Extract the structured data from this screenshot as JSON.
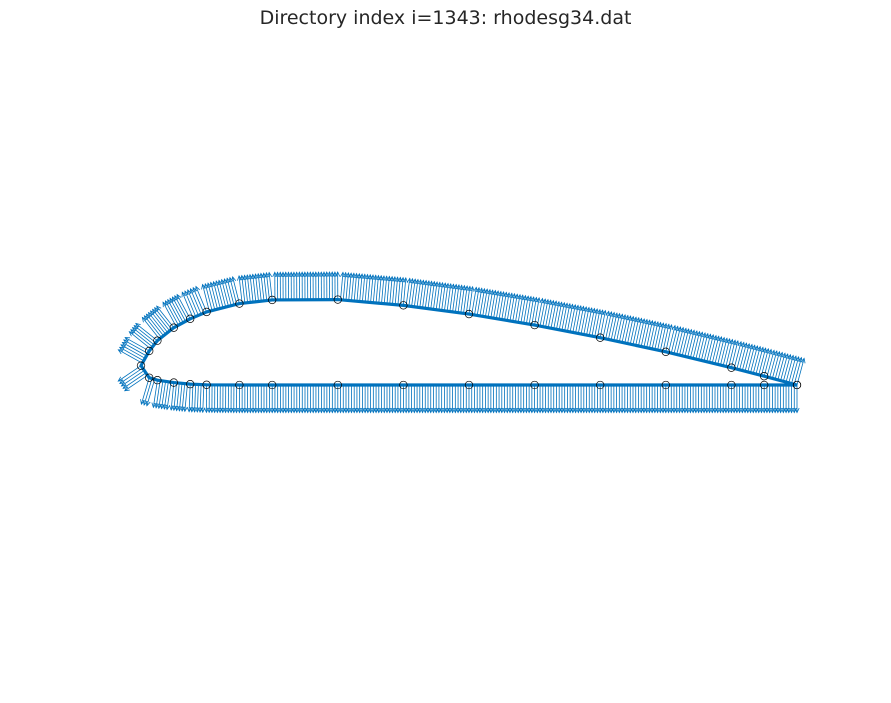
{
  "chart_data": {
    "type": "scatter",
    "title": "Directory index i=1343: rhodesg34.dat",
    "xlabel": "",
    "ylabel": "",
    "axis": "off",
    "grid": false,
    "aspect": "equal",
    "xlim": [
      -0.07,
      1.07
    ],
    "ylim": [
      -0.43,
      0.45
    ],
    "line_color": "#0072BD",
    "marker_color": "#000000",
    "series": [
      {
        "style": "line",
        "x": [
          1.0,
          0.95,
          0.9,
          0.8,
          0.7,
          0.6,
          0.5,
          0.4,
          0.3,
          0.2,
          0.15,
          0.1,
          0.075,
          0.05,
          0.025,
          0.0125,
          0.0,
          0.0125,
          0.025,
          0.05,
          0.075,
          0.1,
          0.15,
          0.2,
          0.3,
          0.4,
          0.5,
          0.6,
          0.7,
          0.8,
          0.9,
          0.95,
          1.0
        ],
        "y": [
          0.0,
          0.0134,
          0.0264,
          0.0506,
          0.0721,
          0.0913,
          0.1081,
          0.1214,
          0.1302,
          0.1297,
          0.1241,
          0.1114,
          0.1009,
          0.0874,
          0.0676,
          0.0519,
          0.0295,
          0.0111,
          0.0074,
          0.0037,
          0.0013,
          0.0003,
          0.0,
          0.0,
          0.0,
          0.0,
          0.0,
          0.0,
          0.0,
          0.0,
          0.0,
          0.0,
          0.0
        ]
      },
      {
        "style": "markers",
        "marker": "circle",
        "x": [
          1.0,
          0.95,
          0.9,
          0.8,
          0.7,
          0.6,
          0.5,
          0.4,
          0.3,
          0.2,
          0.15,
          0.1,
          0.075,
          0.05,
          0.025,
          0.0125,
          0.0,
          0.0125,
          0.025,
          0.05,
          0.075,
          0.1,
          0.15,
          0.2,
          0.3,
          0.4,
          0.5,
          0.6,
          0.7,
          0.8,
          0.9,
          0.95,
          1.0
        ],
        "y": [
          0.0,
          0.0134,
          0.0264,
          0.0506,
          0.0721,
          0.0913,
          0.1081,
          0.1214,
          0.1302,
          0.1297,
          0.1241,
          0.1114,
          0.1009,
          0.0874,
          0.0676,
          0.0519,
          0.0295,
          0.0111,
          0.0074,
          0.0037,
          0.0013,
          0.0003,
          0.0,
          0.0,
          0.0,
          0.0,
          0.0,
          0.0,
          0.0,
          0.0,
          0.0,
          0.0,
          0.0
        ]
      },
      {
        "style": "quiver",
        "description": "outward unit normals drawn along the interpolated contour",
        "arrow_length": 0.042
      }
    ]
  }
}
